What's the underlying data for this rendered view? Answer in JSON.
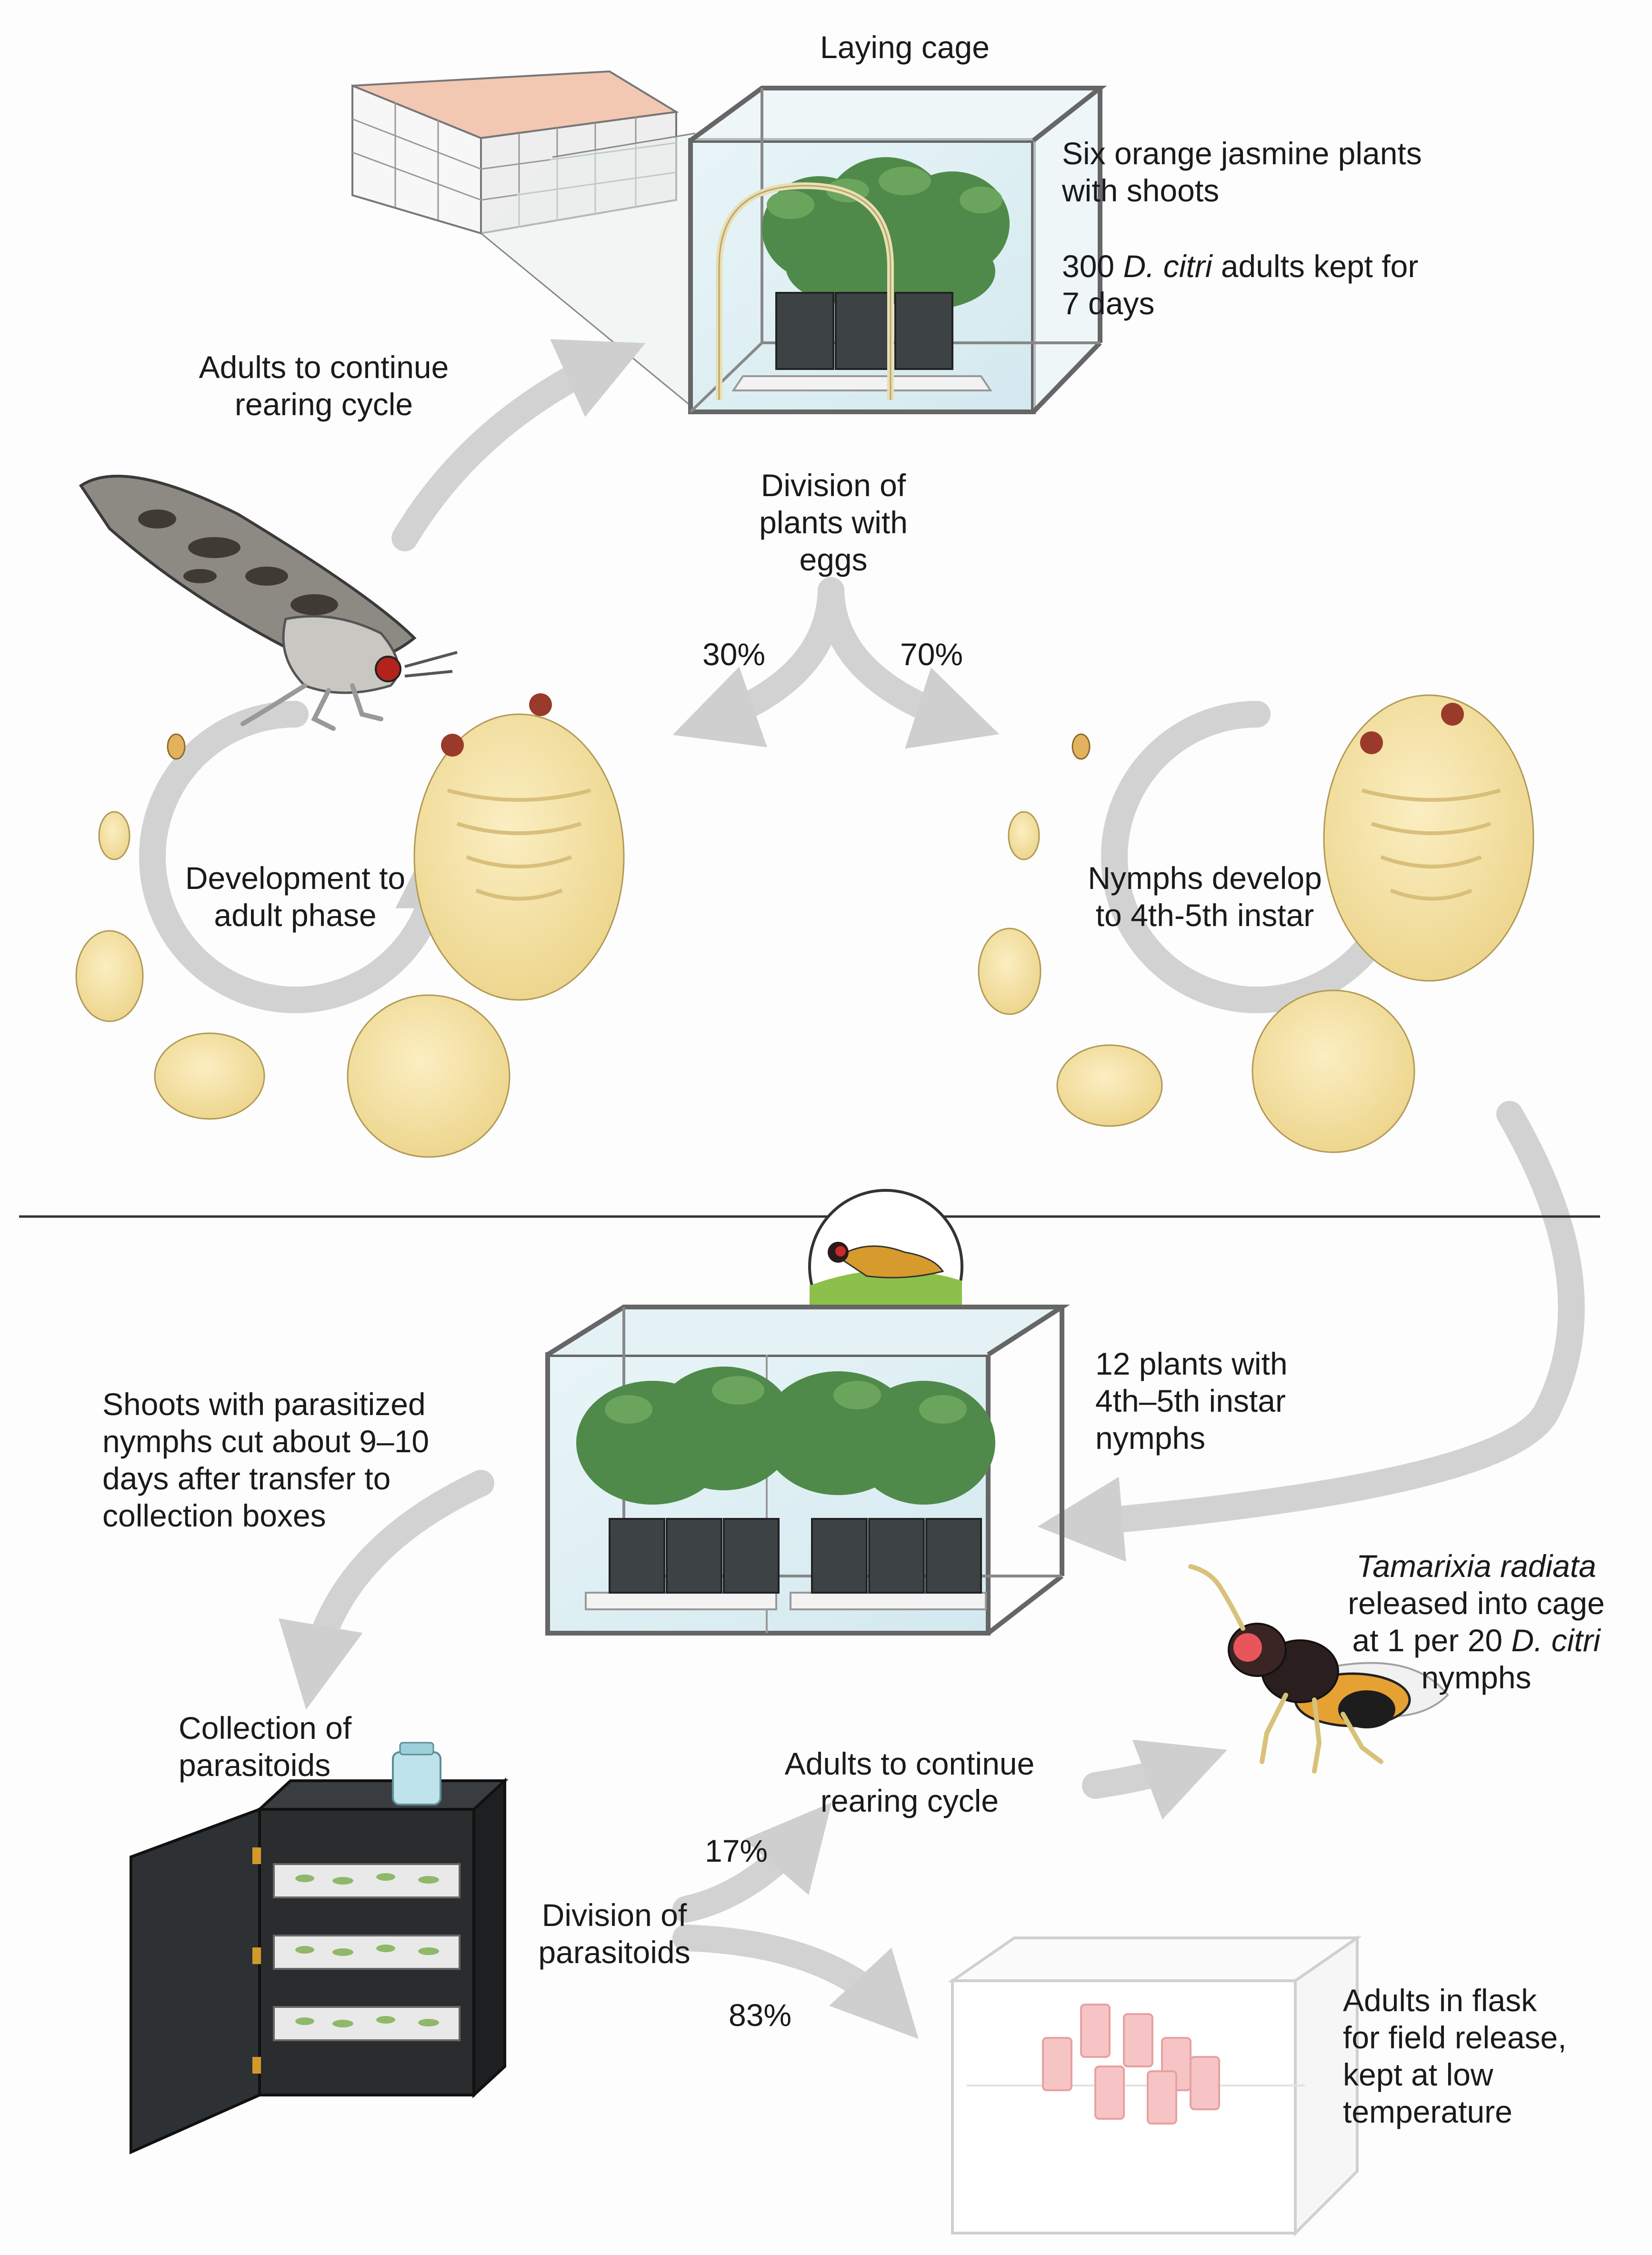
{
  "top": {
    "laying_cage_title": "Laying cage",
    "plants_line1": "Six orange jasmine plants",
    "plants_line2": "with shoots",
    "adults_num": "300",
    "adults_species": "D. citri",
    "adults_rest": "adults kept for",
    "adults_line2": "7 days",
    "continue_line1": "Adults to continue",
    "continue_line2": "rearing cycle",
    "division_line1": "Division of",
    "division_line2": "plants with",
    "division_line3": "eggs",
    "pct_left": "30%",
    "pct_right": "70%",
    "dev_line1": "Development to",
    "dev_line2": "adult phase",
    "nymph_line1": "Nymphs develop",
    "nymph_line2": "to 4th-5th instar"
  },
  "bottom": {
    "cage_line1": "12 plants with",
    "cage_line2": "4th–5th instar",
    "cage_line3": "nymphs",
    "shoots_line1": "Shoots with parasitized",
    "shoots_line2": "nymphs cut about 9–10",
    "shoots_line3": "days after transfer to",
    "shoots_line4": "collection boxes",
    "tam_species": "Tamarixia radiata",
    "tam_line2": "released into cage",
    "tam_line3_a": "at 1 per 20",
    "tam_line3_species": "D. citri",
    "tam_line4": "nymphs",
    "collection_line1": "Collection of",
    "collection_line2": "parasitoids",
    "continue_line1": "Adults to continue",
    "continue_line2": "rearing cycle",
    "division_line1": "Division of",
    "division_line2": "parasitoids",
    "pct_top": "17%",
    "pct_bottom": "83%",
    "flask_line1": "Adults in flask",
    "flask_line2": "for field release,",
    "flask_line3": "kept at low",
    "flask_line4": "temperature"
  }
}
